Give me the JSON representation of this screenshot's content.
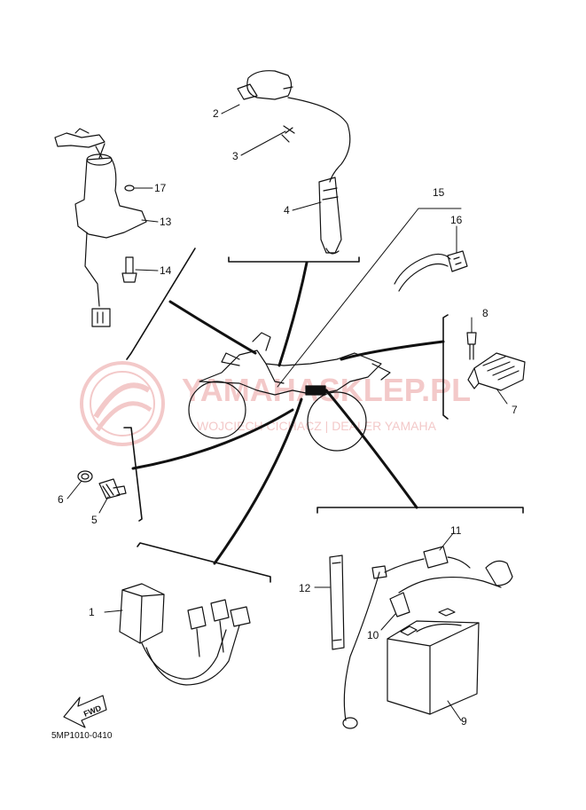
{
  "watermark": {
    "main": "YAMAHASKLEP.PL",
    "sub": "WOJCIECH CICHACZ | DEALER YAMAHA"
  },
  "diagram_code": "5MP1010-0410",
  "fwd_label": "FWD",
  "callouts": [
    {
      "id": "1",
      "label": "1"
    },
    {
      "id": "2",
      "label": "2"
    },
    {
      "id": "3",
      "label": "3"
    },
    {
      "id": "4",
      "label": "4"
    },
    {
      "id": "5",
      "label": "5"
    },
    {
      "id": "6",
      "label": "6"
    },
    {
      "id": "7",
      "label": "7"
    },
    {
      "id": "8",
      "label": "8"
    },
    {
      "id": "9",
      "label": "9"
    },
    {
      "id": "10",
      "label": "10"
    },
    {
      "id": "11",
      "label": "11"
    },
    {
      "id": "12",
      "label": "12"
    },
    {
      "id": "13",
      "label": "13"
    },
    {
      "id": "14",
      "label": "14"
    },
    {
      "id": "15",
      "label": "15"
    },
    {
      "id": "16",
      "label": "16"
    },
    {
      "id": "17",
      "label": "17"
    }
  ],
  "colors": {
    "line": "#111111",
    "watermark": "#f2c4c4"
  }
}
